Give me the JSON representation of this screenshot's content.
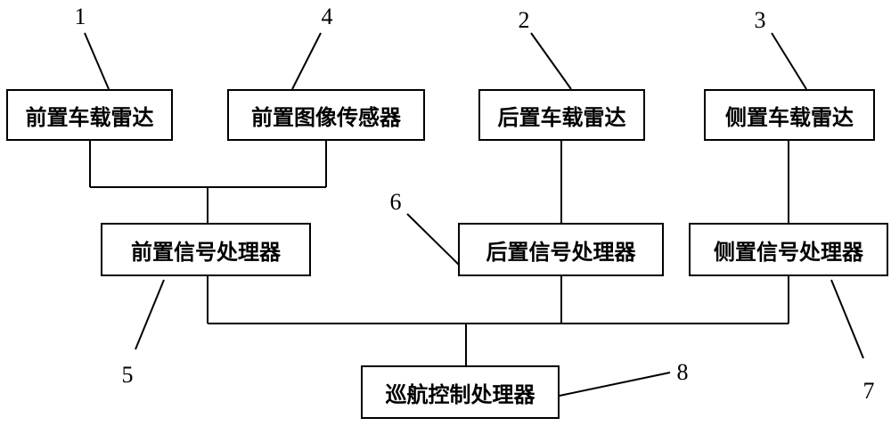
{
  "nodes": {
    "front_radar": "前置车载雷达",
    "front_image_sensor": "前置图像传感器",
    "rear_radar": "后置车载雷达",
    "side_radar": "侧置车载雷达",
    "front_signal_processor": "前置信号处理器",
    "rear_signal_processor": "后置信号处理器",
    "side_signal_processor": "侧置信号处理器",
    "cruise_control_processor": "巡航控制处理器"
  },
  "reference_numbers": {
    "front_radar": "1",
    "rear_radar": "2",
    "side_radar": "3",
    "front_image_sensor": "4",
    "front_signal_processor": "5",
    "rear_signal_processor": "6",
    "side_signal_processor": "7",
    "cruise_control_processor": "8"
  }
}
